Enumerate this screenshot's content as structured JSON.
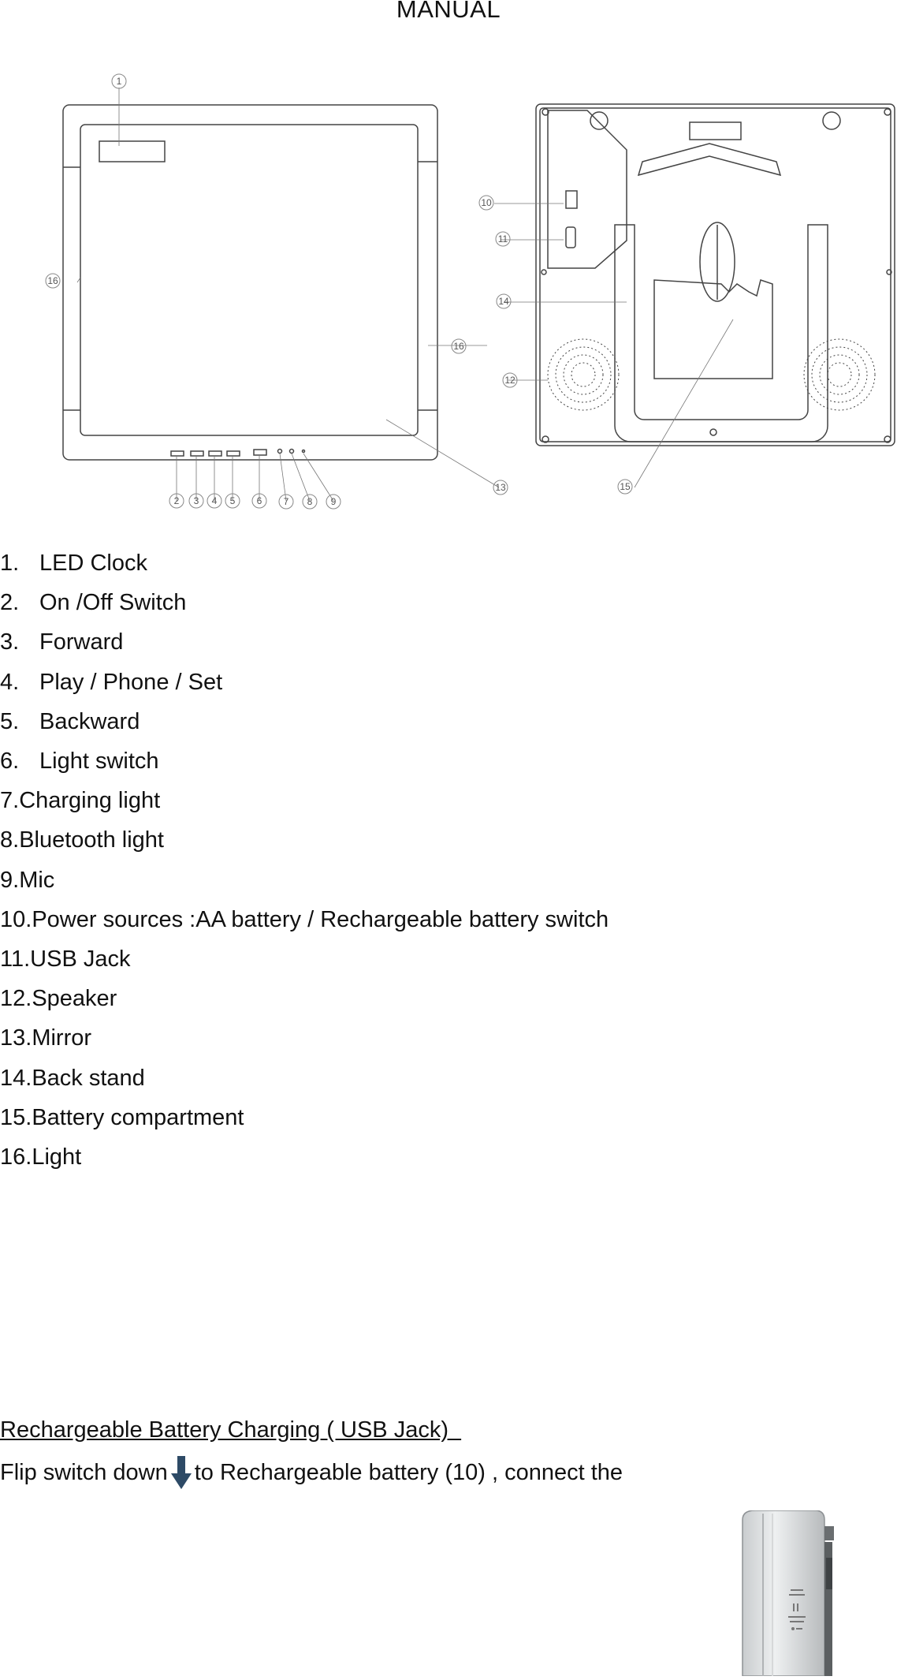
{
  "document": {
    "title": "MANUAL",
    "parts": [
      {
        "number": "1.",
        "label": "LED Clock",
        "padded": true
      },
      {
        "number": "2.",
        "label": "On /Off Switch",
        "padded": true
      },
      {
        "number": "3.",
        "label": "Forward",
        "padded": true
      },
      {
        "number": "4.",
        "label": "Play / Phone / Set",
        "padded": true
      },
      {
        "number": "5.",
        "label": "Backward",
        "padded": true
      },
      {
        "number": "6.",
        "label": "Light switch",
        "padded": true
      },
      {
        "number": "7.",
        "label": "Charging light",
        "padded": false
      },
      {
        "number": "8. ",
        "label": "Bluetooth light",
        "padded": false
      },
      {
        "number": "9. ",
        "label": "Mic",
        "padded": false
      },
      {
        "number": "10. ",
        "label": "Power sources :AA battery / Rechargeable battery switch",
        "padded": false
      },
      {
        "number": "11. ",
        "label": "USB Jack",
        "padded": false
      },
      {
        "number": "12. ",
        "label": "Speaker",
        "padded": false
      },
      {
        "number": "13. ",
        "label": "Mirror",
        "padded": false
      },
      {
        "number": "14. ",
        "label": "Back stand",
        "padded": false
      },
      {
        "number": "15. ",
        "label": "Battery compartment",
        "padded": false
      },
      {
        "number": "16. ",
        "label": "Light",
        "padded": false
      }
    ],
    "diagram_callouts": [
      "1",
      "2",
      "3",
      "4",
      "5",
      "6",
      "7",
      "8",
      "9",
      "10",
      "11",
      "12",
      "13",
      "14",
      "15",
      "16"
    ],
    "section_heading": "Rechargeable Battery Charging ( USB Jack)  ",
    "instruction_before": "Flip switch down",
    "instruction_icon": "down-arrow-icon",
    "instruction_after": "to Rechargeable battery (10) , connect the",
    "colors": {
      "arrow": "#2d4a66",
      "line_art": "#444444",
      "text": "#111111"
    }
  }
}
